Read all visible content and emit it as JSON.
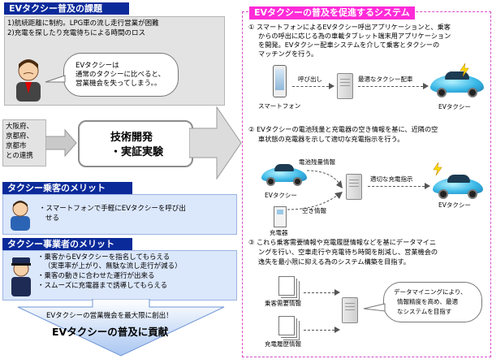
{
  "left": {
    "title1": "EVタクシー普及の課題",
    "issue1": "1)航続距離に制約。LPG車の流し走行営業が困難",
    "issue2": "2)充電を探したり充電待ちによる時間のロス",
    "speech1": "EVタクシーは",
    "speech2": "通常のタクシーに比べると、",
    "speech3": "営業機会を失ってしまう。。",
    "partners1": "大阪府、",
    "partners2": "京都府、",
    "partners3": "京都市",
    "partners4": "との連携",
    "tech1": "技術開発",
    "tech2": "・実証実験",
    "title2": "タクシー乗客のメリット",
    "pax_merit1": "・スマートフォンで手軽にEVタクシーを呼び出",
    "pax_merit2": "せる",
    "title3": "タクシー事業者のメリット",
    "op1": "・乗客からEVタクシーを指名してもらえる",
    "op1b": "（実車率が上がり、無駄な流し走行が減る）",
    "op2": "・乗客の動きに合わせた運行が出来る",
    "op3": "・スムーズに充電器まで誘導してもらえる",
    "bottom1": "EVタクシーの営業機会を最大限に創出！",
    "bottom2": "EVタクシーの普及に貢献"
  },
  "right": {
    "title": "EVタクシーの普及を促進するシステム",
    "s1_l1": "① スマートフォンによるEVタクシー呼出アプリケーションと、乗客",
    "s1_l2": "からの呼出に応じる為の車載タブレット端末用アプリケーション",
    "s1_l3": "を開発。EVタクシー配車システムを介して乗客とタクシーの",
    "s1_l4": "マッチングを行う。",
    "smartphone": "スマートフォン",
    "call": "呼び出し",
    "dispatch": "最適なタクシー配車",
    "ev_taxi": "EVタクシー",
    "s2_l1": "② EVタクシーの電池残量と充電器の空き情報を基に、近隣の空",
    "s2_l2": "車状態の充電器を示して適切な充電指示を行う。",
    "battery_info": "電池残量情報",
    "ev_taxi2": "EVタクシー",
    "vacancy": "空き情報",
    "charger": "充電器",
    "charge_instr": "適切な充電指示",
    "ev_taxi3": "EVタクシー",
    "s3_l1": "③ これら乗客需要情報や充電履歴情報などを基にデータマイニ",
    "s3_l2": "ングを行い、空車走行や充電待ち時間を削減し、営業機会の",
    "s3_l3": "逸失を最小限に抑える為のシステム構築を目指す。",
    "demand_info": "乗客需要情報",
    "charge_history": "充電履歴情報",
    "dm1": "データマイニングにより、",
    "dm2": "情報精度を高め、最適",
    "dm3": "なシステムを目指す"
  }
}
